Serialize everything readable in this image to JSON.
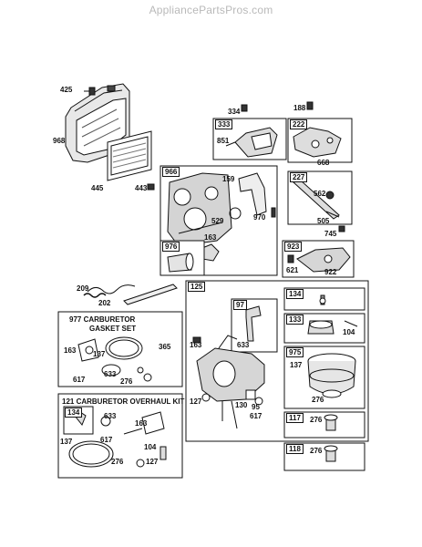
{
  "watermark": "AppliancePartsPros.com",
  "parts": {
    "p425": "425",
    "p968": "968",
    "p445": "445",
    "p443": "443",
    "p334": "334",
    "p188": "188",
    "p333": "333",
    "p851": "851",
    "p222": "222",
    "p668": "668",
    "p966": "966",
    "p159": "159",
    "p529": "529",
    "p970": "970",
    "p163a": "163",
    "p976": "976",
    "p227": "227",
    "p562": "562",
    "p505": "505",
    "p745": "745",
    "p923": "923",
    "p621": "621",
    "p922": "922",
    "p209": "209",
    "p202": "202",
    "p125": "125",
    "p97": "97",
    "p633a": "633",
    "p134a": "134",
    "p133": "133",
    "p104a": "104",
    "p975": "975",
    "p137a": "137",
    "p276a": "276",
    "p365": "365",
    "p163b": "163",
    "p127a": "127",
    "p130": "130",
    "p95": "95",
    "p617a": "617",
    "p117": "117",
    "p276b": "276",
    "p118": "118",
    "p276c": "276",
    "p163c": "163",
    "p137b": "137",
    "p617b": "617",
    "p633b": "633",
    "p276d": "276",
    "p134b": "134",
    "p633c": "633",
    "p163d": "163",
    "p137c": "137",
    "p617c": "617",
    "p104b": "104",
    "p276e": "276",
    "p127b": "127"
  },
  "kits": {
    "gasket_set_line1": "977 CARBURETOR",
    "gasket_set_line2": "GASKET SET",
    "overhaul_kit": "121 CARBURETOR OVERHAUL KIT"
  }
}
